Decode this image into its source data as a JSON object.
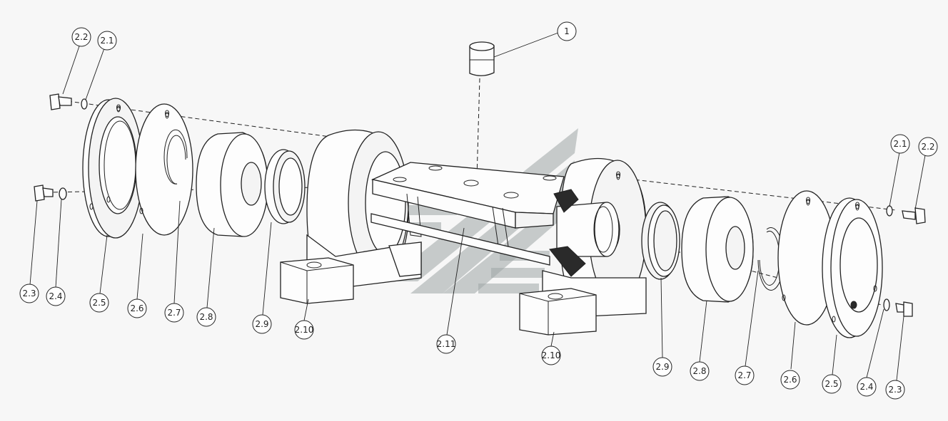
{
  "diagram": {
    "callouts": [
      {
        "id": "c-1",
        "label": "1"
      },
      {
        "id": "c-2-2-left",
        "label": "2.2"
      },
      {
        "id": "c-2-1-left",
        "label": "2.1"
      },
      {
        "id": "c-2-1-right",
        "label": "2.1"
      },
      {
        "id": "c-2-2-right",
        "label": "2.2"
      },
      {
        "id": "c-2-3-left",
        "label": "2.3"
      },
      {
        "id": "c-2-4-left",
        "label": "2.4"
      },
      {
        "id": "c-2-5-left",
        "label": "2.5"
      },
      {
        "id": "c-2-6-left",
        "label": "2.6"
      },
      {
        "id": "c-2-7-left",
        "label": "2.7"
      },
      {
        "id": "c-2-8-left",
        "label": "2.8"
      },
      {
        "id": "c-2-9-left",
        "label": "2.9"
      },
      {
        "id": "c-2-10-left",
        "label": "2.10"
      },
      {
        "id": "c-2-11",
        "label": "2.11"
      },
      {
        "id": "c-2-10-right",
        "label": "2.10"
      },
      {
        "id": "c-2-9-right",
        "label": "2.9"
      },
      {
        "id": "c-2-8-right",
        "label": "2.8"
      },
      {
        "id": "c-2-7-right",
        "label": "2.7"
      },
      {
        "id": "c-2-6-right",
        "label": "2.6"
      },
      {
        "id": "c-2-5-right",
        "label": "2.5"
      },
      {
        "id": "c-2-4-right",
        "label": "2.4"
      },
      {
        "id": "c-2-3-right",
        "label": "2.3"
      }
    ],
    "hole_marks": {
      "theta": "θ",
      "zero": "0"
    },
    "colors": {
      "line": "#222222",
      "background": "#f7f7f7",
      "watermark": "#9ea6a6"
    }
  }
}
